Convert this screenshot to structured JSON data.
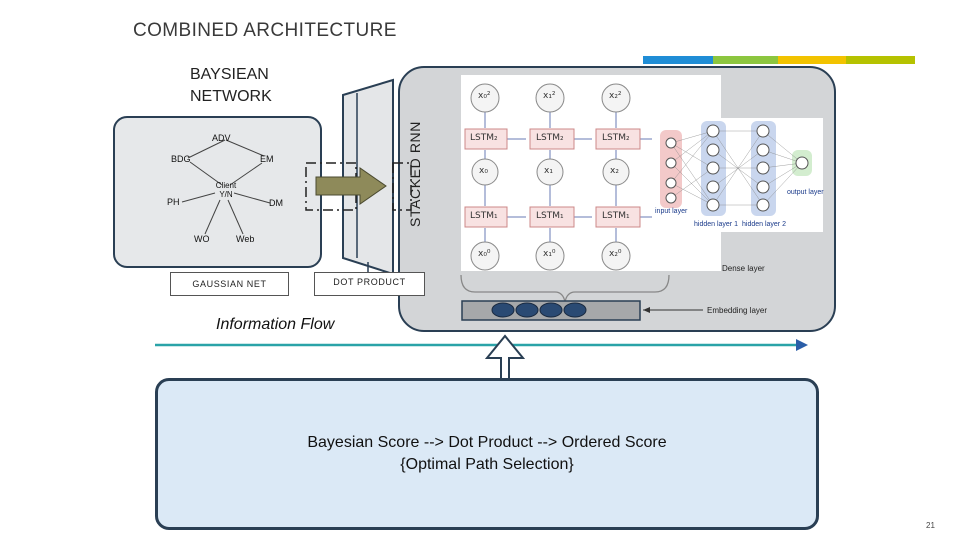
{
  "slide": {
    "title": "COMBINED ARCHITECTURE",
    "page_number": "21",
    "accent_colors": [
      "#1f8dd6",
      "#8cc63f",
      "#f2c300",
      "#b5c200"
    ]
  },
  "bayesian": {
    "title_line1": "BAYSIEAN",
    "title_line2": "NETWORK",
    "nodes": {
      "adv": "ADV",
      "bdg": "BDG",
      "em": "EM",
      "client": "Client Y/N",
      "ph": "PH",
      "dm": "DM",
      "wo": "WO",
      "web": "Web"
    },
    "gaussian_label": "GAUSSIAN NET"
  },
  "rnn": {
    "label": "STACKED RNN",
    "top_inputs": [
      "x₀²",
      "x₁²",
      "x₂²"
    ],
    "lstm2": [
      "LSTM₂",
      "LSTM₂",
      "LSTM₂"
    ],
    "mid_inputs": [
      "x₀",
      "x₁",
      "x₂"
    ],
    "lstm1": [
      "LSTM₁",
      "LSTM₁",
      "LSTM₁"
    ],
    "bottom_inputs": [
      "x₀⁰",
      "x₁⁰",
      "x₂⁰"
    ],
    "nn_labels": {
      "input": "input layer",
      "hidden1": "hidden layer 1",
      "hidden2": "hidden layer 2",
      "output": "output layer"
    },
    "dense_label": "Dense layer",
    "embedding_label": "Embedding layer"
  },
  "dot_product_label": "DOT PRODUCT",
  "information_flow_label": "Information Flow",
  "score": {
    "line1": "Bayesian Score --> Dot Product --> Ordered Score",
    "line2": "{Optimal Path Selection}"
  }
}
